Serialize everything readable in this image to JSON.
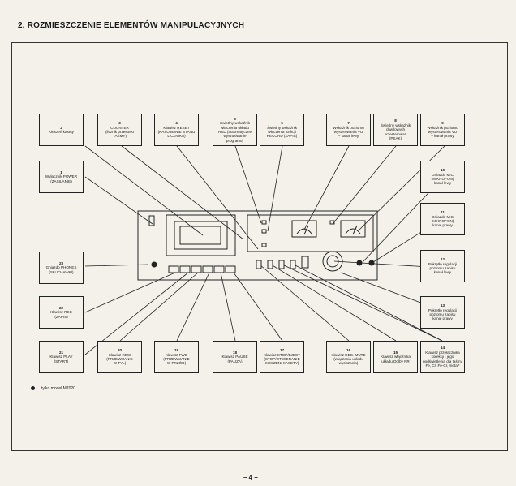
{
  "heading": "2. ROZMIESZCZENIE ELEMENTÓW MANIPULACYJNYCH",
  "labels": [
    {
      "num": "2",
      "text": "Kieszeń kasety"
    },
    {
      "num": "3",
      "text": "COUNTER\n(licznik przesuwu\nTAŚMY)"
    },
    {
      "num": "4",
      "text": "Klawisz RESET\n(KASOWANIE STANU\nLICZNIKA)"
    },
    {
      "num": "5",
      "text": "Świetlny wskaźnik\nwłączenia układu\nRSD (automatyczne\nwyszukiwanie\nprogramu)"
    },
    {
      "num": "6",
      "text": "Świetlny wskaźnik\nwłączenia funkcji\nRECORD (ZAPIS)"
    },
    {
      "num": "7",
      "text": "Wskaźnik poziomu\nwysterowania VU\n– kanał lewy"
    },
    {
      "num": "8",
      "text": "Świetlny wskaźnik\nchwilowych\nprzesterowań\n(PEAK)"
    },
    {
      "num": "9",
      "text": "Wskaźnik poziomu\nwysterowania VU\n– kanał prawy"
    },
    {
      "num": "1",
      "text": "Wyłącznik POWER\n(ZASILANIE)"
    },
    {
      "num": "10",
      "text": "Gniazdo MIC\n(MIKROFON)\nkanał lewy"
    },
    {
      "num": "11",
      "text": "Gniazdo MIC\n(MIKROFON)\nkanał prawy"
    },
    {
      "num": "23",
      "text": "Gniazdo PHONES\n(SŁUCHAWKI)"
    },
    {
      "num": "12",
      "text": "Pokrętło regulacji\npoziomu zapisu\nkanał lewy"
    },
    {
      "num": "22",
      "text": "Klawisz REC\n(ZAPIS)"
    },
    {
      "num": "13",
      "text": "Pokrętło regulacji\npoziomu zapisu\nkanał prawy"
    },
    {
      "num": "21",
      "text": "Klawisz PLAY\n(START)"
    },
    {
      "num": "20",
      "text": "Klawisz REW\n(PRZEWIJANIE\nW TYŁ)"
    },
    {
      "num": "19",
      "text": "Klawisz FWD\n(PRZEWIJANIE\nW PRZÓD)"
    },
    {
      "num": "18",
      "text": "Klawisz PAUSE\n(PAUZA)"
    },
    {
      "num": "17",
      "text": "Klawisz STOP/EJECT\n(STOP/OTWIERANIE\nKIESZENI KASETY)"
    },
    {
      "num": "16",
      "text": "Klawisz REC. MUTE\n(włączenia układu\nwyciszania)"
    },
    {
      "num": "15",
      "text": "Klawisz włącznika\nukładu Dolby NR"
    },
    {
      "num": "14",
      "text": "Klawisz przełącznika\nkorekcji i jego\npodświetlenia dla taśmy\nFe, Cr, Fe-Cr, metal*"
    }
  ],
  "footnote": "tylko model M7020",
  "page_number": "– 4 –"
}
